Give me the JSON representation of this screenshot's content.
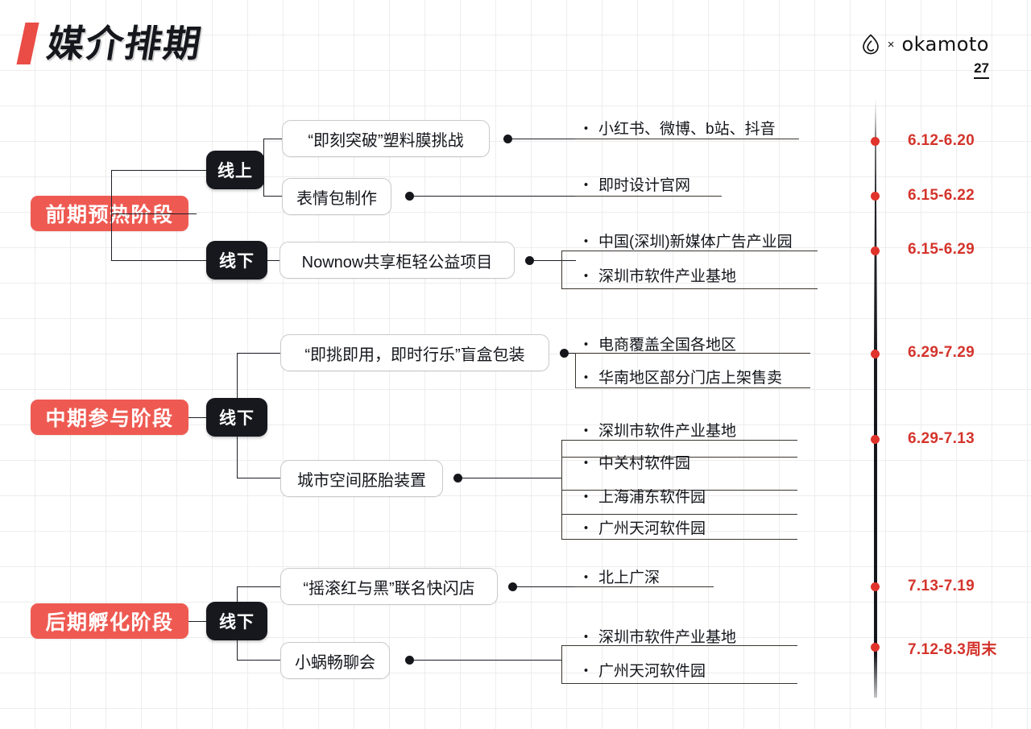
{
  "header": {
    "title": "媒介排期",
    "brand_separator": "×",
    "brand_name": "okamoto",
    "page_number": "27"
  },
  "bullet": "・",
  "colors": {
    "accent_red": "#EE5A52",
    "date_red": "#D4342C",
    "badge_dark": "#16181e",
    "grid": "#ededed"
  },
  "stages": [
    {
      "label": "前期预热阶段",
      "channels": [
        {
          "label": "线上",
          "items": [
            {
              "name": "“即刻突破”塑料膜挑战",
              "details": [
                "小红书、微博、b站、抖音"
              ],
              "date": "6.12-6.20"
            },
            {
              "name": "表情包制作",
              "details": [
                "即时设计官网"
              ],
              "date": "6.15-6.22"
            }
          ]
        },
        {
          "label": "线下",
          "items": [
            {
              "name": "Nownow共享柜轻公益项目",
              "details": [
                "中国(深圳)新媒体广告产业园",
                "深圳市软件产业基地"
              ],
              "date": "6.15-6.29"
            }
          ]
        }
      ]
    },
    {
      "label": "中期参与阶段",
      "channels": [
        {
          "label": "线下",
          "items": [
            {
              "name": "“即挑即用，即时行乐”盲盒包装",
              "details": [
                "电商覆盖全国各地区",
                "华南地区部分门店上架售卖"
              ],
              "date": "6.29-7.29"
            },
            {
              "name": "城市空间胚胎装置",
              "details": [
                "深圳市软件产业基地",
                "中关村软件园",
                "上海浦东软件园",
                "广州天河软件园"
              ],
              "date": "6.29-7.13"
            }
          ]
        }
      ]
    },
    {
      "label": "后期孵化阶段",
      "channels": [
        {
          "label": "线下",
          "items": [
            {
              "name": "“摇滚红与黑”联名快闪店",
              "details": [
                "北上广深"
              ],
              "date": "7.13-7.19"
            },
            {
              "name": "小蜗畅聊会",
              "details": [
                "深圳市软件产业基地",
                "广州天河软件园"
              ],
              "date": "7.12-8.3周末"
            }
          ]
        }
      ]
    }
  ],
  "timeline": {
    "dates": [
      "6.12-6.20",
      "6.15-6.22",
      "6.15-6.29",
      "6.29-7.29",
      "6.29-7.13",
      "7.13-7.19",
      "7.12-8.3周末"
    ]
  }
}
